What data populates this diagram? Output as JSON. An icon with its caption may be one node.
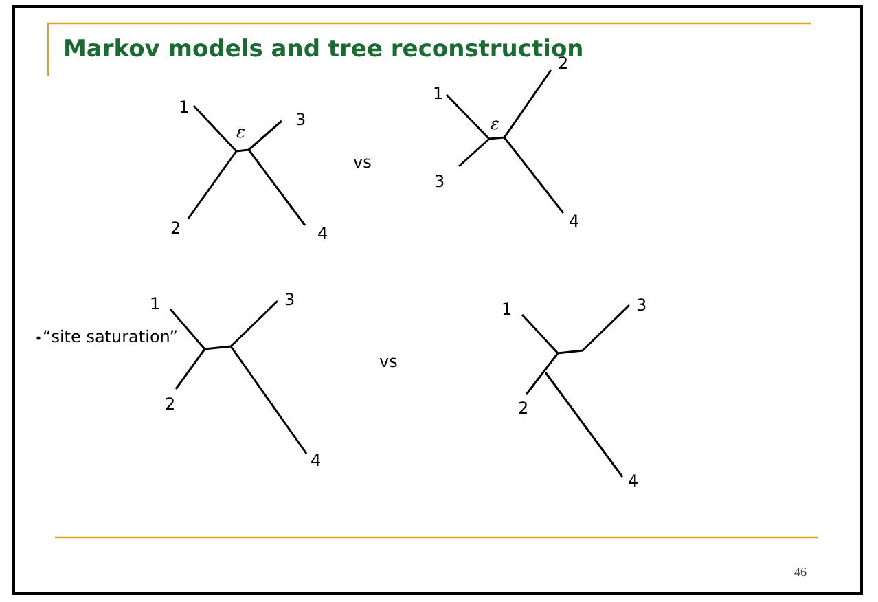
{
  "diagram": {
    "title": "Markov models and tree reconstruction",
    "labels": [
      "1",
      "ε",
      "3",
      "2",
      "4",
      "vs",
      "2",
      "1",
      "ε",
      "3",
      "4",
      "“site saturation”",
      "1",
      "3",
      "2",
      "4",
      "vs",
      "1",
      "3",
      "2",
      "4",
      "46"
    ]
  }
}
